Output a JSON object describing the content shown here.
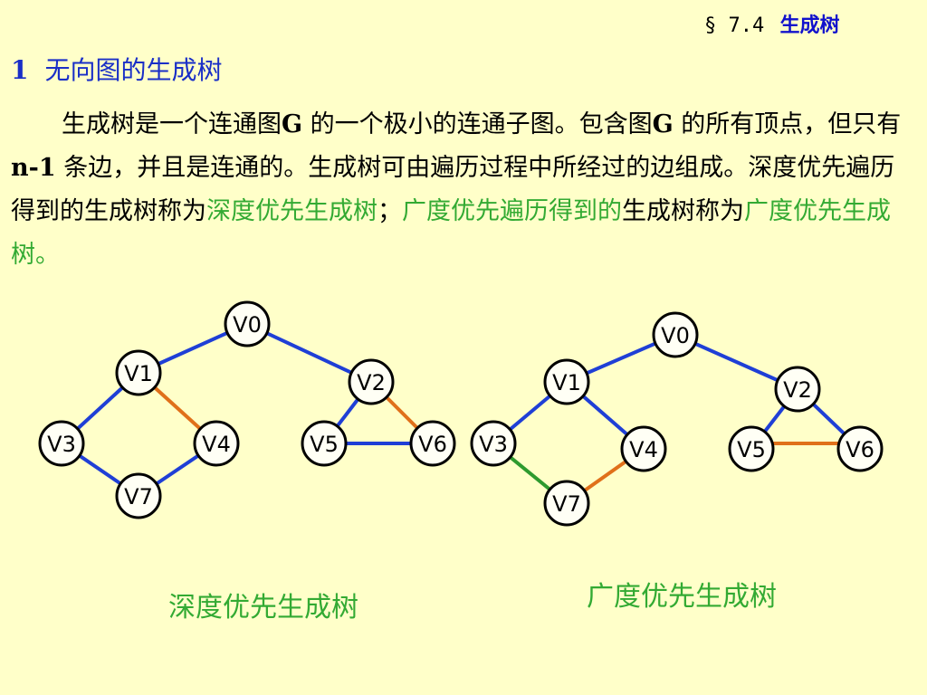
{
  "header": {
    "section": "§ 7.4",
    "title": "生成树"
  },
  "heading": {
    "number": "1",
    "text": "无向图的生成树"
  },
  "paragraph": {
    "p1": "生成树是一个连通图",
    "g1": "G",
    "p2": " 的一个极小的连通子图。包含图",
    "g2": "G",
    "p3": " 的所有顶点，但只有",
    "n1": "n-1",
    "p4": " 条边，并且是连通的。生成树可由遍历过程中所经过的边组成。深度优先遍历得到的生成树称为",
    "dfs_term": "深度优先生成树",
    "p5": "；",
    "bfs_phrase": "广度优先遍历得到的",
    "p6": "生成树称为",
    "bfs_term": "广度优先生成树。"
  },
  "colors": {
    "tree_edge": "#1f3fd6",
    "dfs_nontree_edge": "#e0701a",
    "bfs_nontree_edge": "#e0701a",
    "bfs_extra_tree_edge": "#2e9a2e",
    "highlight_text": "#33aa33"
  },
  "dfs_graph": {
    "caption": "深度优先生成树",
    "nodes": [
      "V0",
      "V1",
      "V2",
      "V3",
      "V4",
      "V5",
      "V6",
      "V7"
    ]
  },
  "bfs_graph": {
    "caption": "广度优先生成树",
    "nodes": [
      "V0",
      "V1",
      "V2",
      "V3",
      "V4",
      "V5",
      "V6",
      "V7"
    ]
  }
}
